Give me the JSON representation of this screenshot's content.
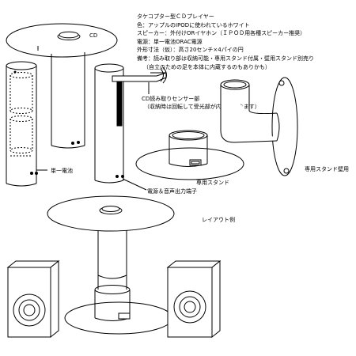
{
  "spec": {
    "title": "タケコプター型ＣＤプレイヤー",
    "color": "色：アップルのIPODに使われているホワイト",
    "speaker": "スピーカー：外付けORイヤホン（ＩＰＯＤ用各種スピーカー推奨）",
    "power": "電源：単一電池ORAC電源",
    "dimensions": "外形寸法（仮）：高さ20センチ×4パイの円",
    "notes": "備考：読み取り部は収納可能・専用スタンド付属・壁用スタンド別売り",
    "notes2": "（自立のための足を本体に内蔵するのもありかも）"
  },
  "labels": {
    "cd": "CD",
    "sensor": "CD読み取りセンサー部",
    "sensor_note": "（収納時は回転して受光部が内側に向きます）",
    "battery": "単一電池",
    "power_out": "電源＆音声出力端子",
    "stand": "専用スタンド",
    "wall_stand": "専用スタンド壁用",
    "layout": "レイアウト例"
  }
}
